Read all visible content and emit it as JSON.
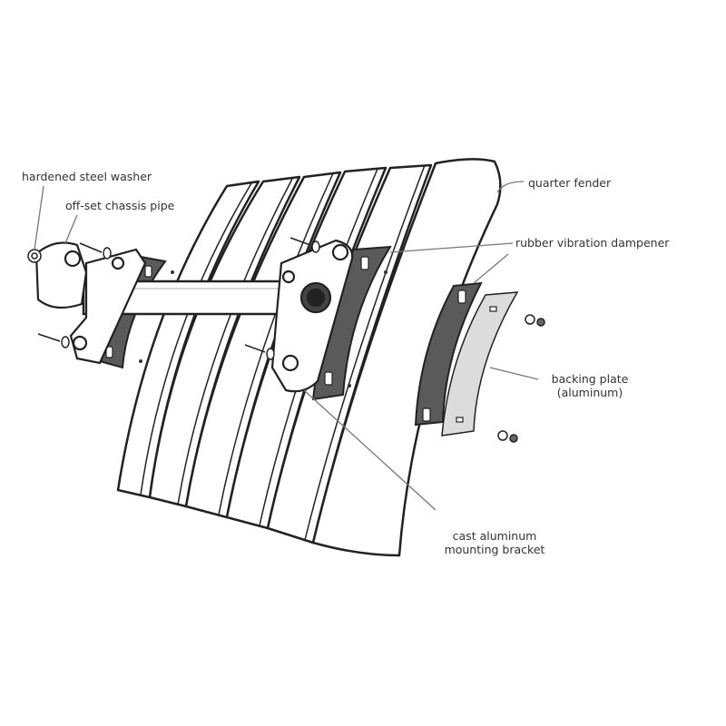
{
  "labels": {
    "washer": "hardened steel washer",
    "pipe": "off-set chassis pipe",
    "fender": "quarter fender",
    "dampener": "rubber vibration dampener",
    "backing_line1": "backing plate",
    "backing_line2": "(aluminum)",
    "bracket_line1": "cast aluminum",
    "bracket_line2": "mounting bracket"
  },
  "colors": {
    "line": "#222222",
    "rubber": "#5a5a5a",
    "aluminum_plate": "#dcdcdc",
    "leader": "#777777"
  }
}
